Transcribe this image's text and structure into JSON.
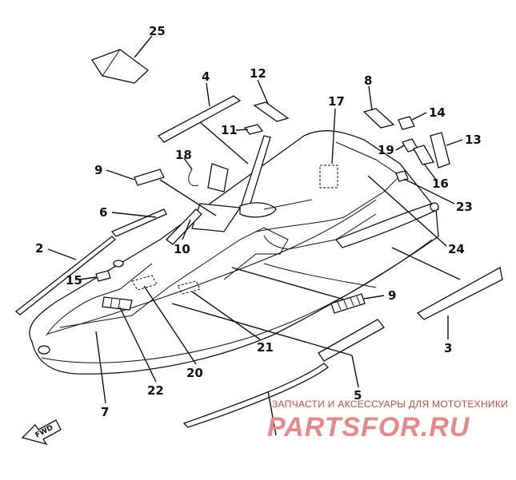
{
  "callouts": {
    "c1": "25",
    "c2": "4",
    "c3": "12",
    "c4": "8",
    "c5": "17",
    "c6": "14",
    "c7": "11",
    "c8": "13",
    "c9": "18",
    "c10": "19",
    "c11": "9",
    "c12": "16",
    "c13": "23",
    "c14": "6",
    "c15": "24",
    "c16": "2",
    "c17": "10",
    "c18": "15",
    "c19": "9",
    "c20": "21",
    "c21": "3",
    "c22": "20",
    "c23": "22",
    "c24": "5",
    "c25": "7"
  },
  "fwd_label": "FWD",
  "watermark": {
    "tagline": "ЗАПЧАСТИ И АКСЕССУАРЫ ДЛЯ МОТОТЕХНИКИ",
    "logo": "PARTSFOR.RU"
  }
}
